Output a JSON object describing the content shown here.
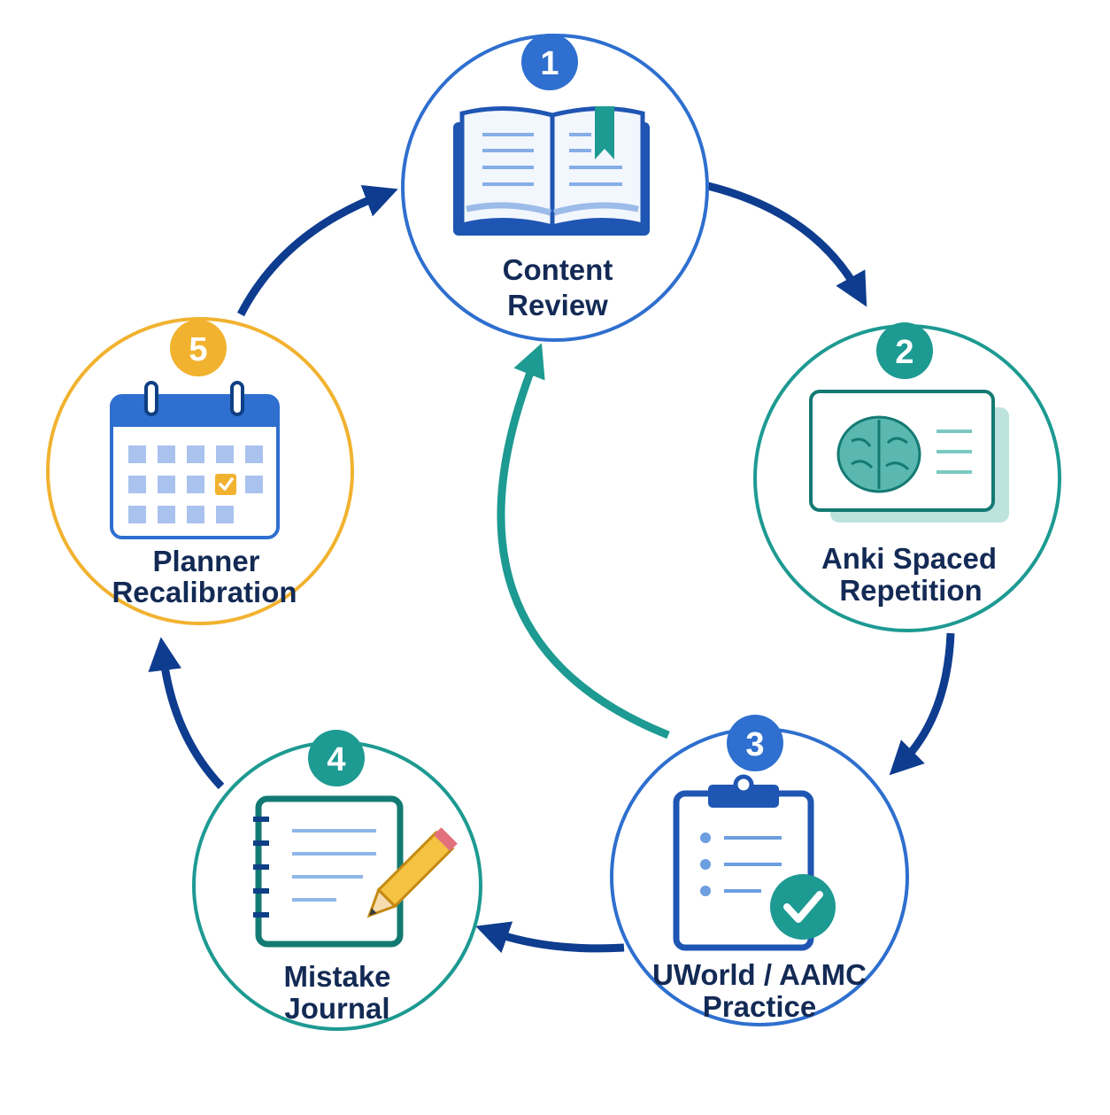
{
  "colors": {
    "navy": "#0e3c8f",
    "blue": "#2e6fcf",
    "teal": "#1d9a92",
    "gold": "#f1b22f",
    "text": "#132a55"
  },
  "steps": [
    {
      "number": "1",
      "line1": "Content",
      "line2": "Review",
      "icon": "open-book-icon",
      "accent": "#2e6fcf"
    },
    {
      "number": "2",
      "line1": "Anki Spaced",
      "line2": "Repetition",
      "icon": "brain-flashcard-icon",
      "accent": "#1d9a92"
    },
    {
      "number": "3",
      "line1": "UWorld / AAMC",
      "line2": "Practice",
      "icon": "clipboard-check-icon",
      "accent": "#2e6fcf"
    },
    {
      "number": "4",
      "line1": "Mistake",
      "line2": "Journal",
      "icon": "notebook-pencil-icon",
      "accent": "#1d9a92"
    },
    {
      "number": "5",
      "line1": "Planner",
      "line2": "Recalibration",
      "icon": "calendar-icon",
      "accent": "#f1b22f"
    }
  ]
}
